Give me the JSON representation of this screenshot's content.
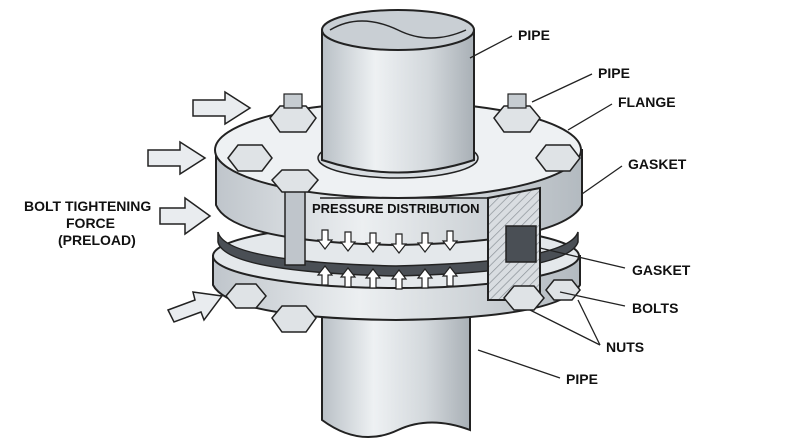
{
  "labels": {
    "pipe_top": "PIPE",
    "pipe_right": "PIPE",
    "flange": "FLANGE",
    "gasket_upper": "GASKET",
    "pressure": "PRESSURE DISTRIBUTION",
    "bolt_force_line1": "BOLT TIGHTENING",
    "bolt_force_line2": "FORCE",
    "bolt_force_line3": "(PRELOAD)",
    "gasket_lower": "GASKET",
    "bolts": "BOLTS",
    "nuts": "NUTS",
    "pipe_bottom": "PIPE"
  },
  "colors": {
    "metal_light": "#e6e9ec",
    "metal_mid": "#cfd4d9",
    "metal_dark": "#a9b0b7",
    "gasket": "#4a4f55",
    "outline": "#222222",
    "arrow_fill": "#e9ecef",
    "hatch": "#8c9399"
  }
}
